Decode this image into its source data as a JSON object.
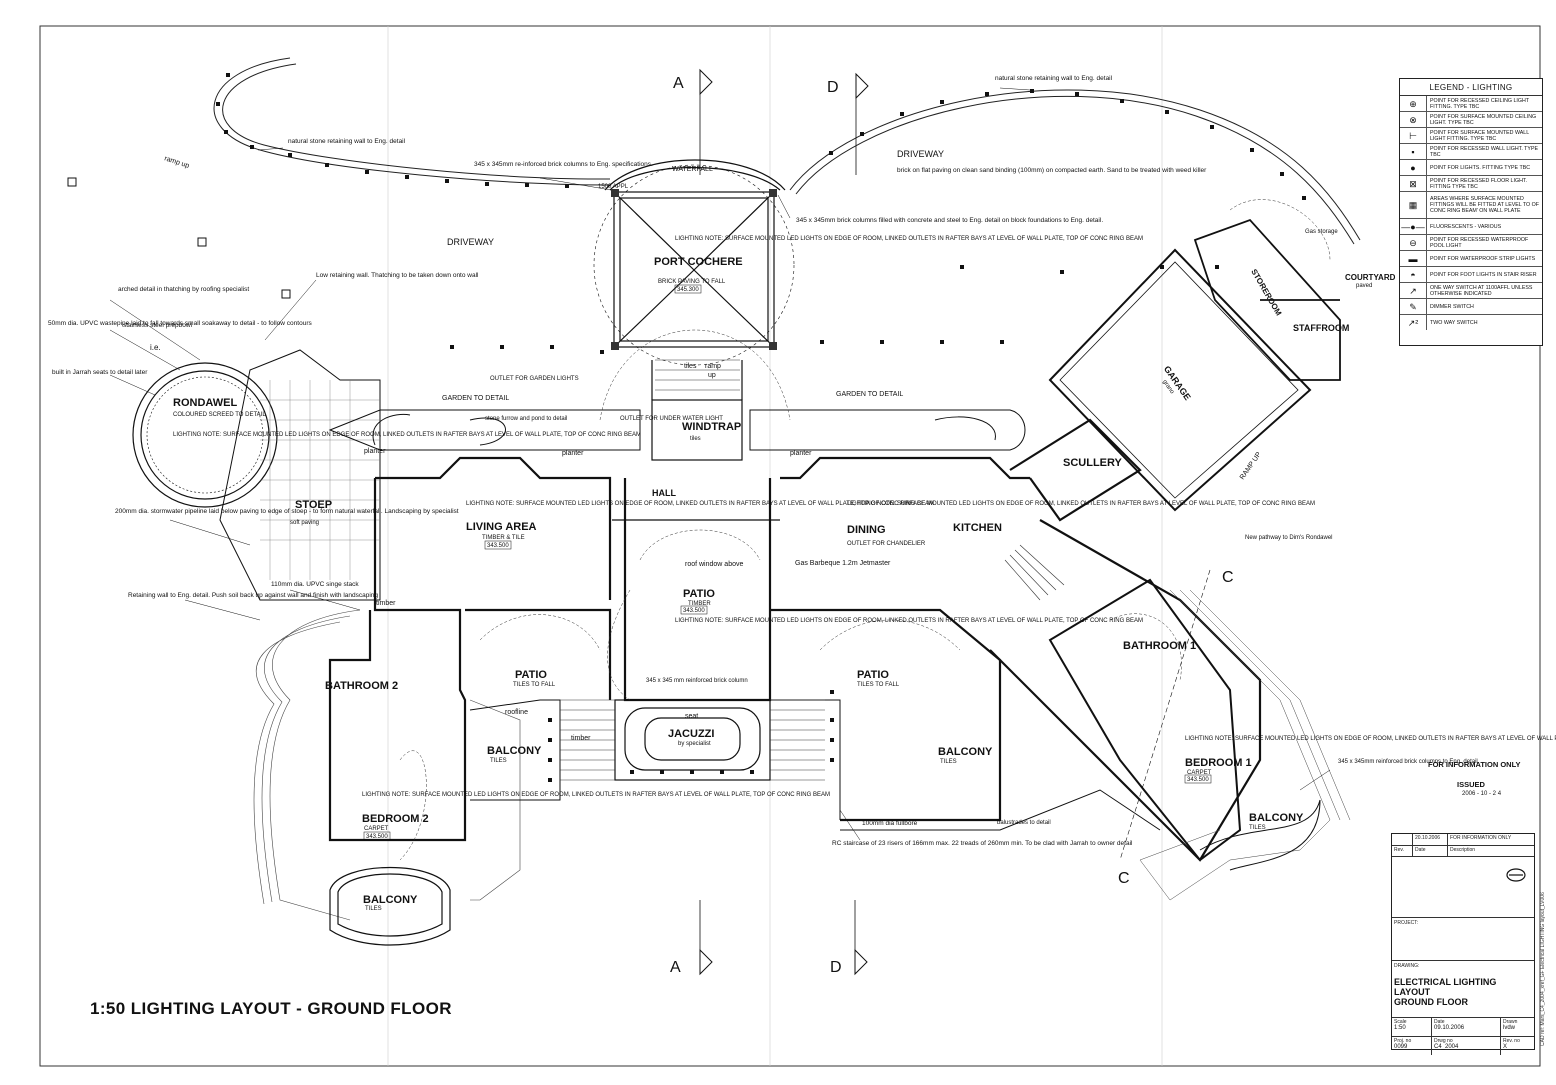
{
  "title": "1:50   LIGHTING LAYOUT - GROUND FLOOR",
  "section_markers": [
    "A",
    "D",
    "C"
  ],
  "rooms": {
    "rondawel": {
      "name": "RONDAWEL",
      "sub": "COLOURED SCREED TO DETAIL"
    },
    "stoep": {
      "name": "STOEP",
      "sub": "soft paving"
    },
    "port_cochere": {
      "name": "PORT COCHERE",
      "sub": "BRICK PAVING TO FALL",
      "level": "345.300"
    },
    "windtrap": {
      "name": "WINDTRAP",
      "sub": "tiles"
    },
    "hall": {
      "name": "HALL"
    },
    "living": {
      "name": "LIVING AREA",
      "sub": "TIMBER & TILE",
      "level": "343.500"
    },
    "patio_center": {
      "name": "PATIO",
      "sub": "TIMBER",
      "level": "343.500"
    },
    "dining": {
      "name": "DINING"
    },
    "kitchen": {
      "name": "KITCHEN"
    },
    "scullery": {
      "name": "SCULLERY"
    },
    "garage": {
      "name": "GARAGE",
      "sub": "grano"
    },
    "storeroom": {
      "name": "STOREROOM"
    },
    "staffroom": {
      "name": "STAFFROOM"
    },
    "courtyard": {
      "name": "COURTYARD",
      "sub": "paved"
    },
    "bathroom1": {
      "name": "BATHROOM 1"
    },
    "bedroom1": {
      "name": "BEDROOM 1",
      "sub": "CARPET",
      "level": "343.500"
    },
    "bathroom2": {
      "name": "BATHROOM 2"
    },
    "bedroom2": {
      "name": "BEDROOM 2",
      "sub": "CARPET",
      "level": "343.500"
    },
    "patio_left": {
      "name": "PATIO",
      "sub": "TILES TO FALL"
    },
    "patio_right": {
      "name": "PATIO",
      "sub": "TILES TO FALL"
    },
    "balcony_left": {
      "name": "BALCONY",
      "sub": "TILES"
    },
    "balcony_right": {
      "name": "BALCONY",
      "sub": "TILES"
    },
    "balcony_bed1": {
      "name": "BALCONY",
      "sub": "TILES"
    },
    "balcony_bed2": {
      "name": "BALCONY",
      "sub": "TILES"
    },
    "jacuzzi": {
      "name": "JACUZZI",
      "sub": "by specialist"
    }
  },
  "labels": {
    "driveway_left": "DRIVEWAY",
    "driveway_right": "DRIVEWAY",
    "waterfall": "WATERFALL",
    "garden": "GARDEN TO DETAIL",
    "garden_left": "GARDEN TO DETAIL",
    "planter": "planter",
    "ramp_up": "ramp up",
    "ramp_up2": "RAMP UP",
    "timber": "timber",
    "roofline": "roofline",
    "seat": "seat",
    "tiles": "tiles",
    "ramp": "ramp",
    "up": "up",
    "roof_window": "roof window above",
    "gas_bbq": "Gas Barbeque 1.2m Jetmaster",
    "gas_storage": "Gas storage",
    "appl": "1500 APPL",
    "outlet_garden": "OUTLET FOR GARDEN LIGHTS",
    "outlet_water": "OUTLET FOR UNDER WATER LIGHT",
    "outlet_chandelier": "OUTLET FOR CHANDELIER",
    "stone_furrow": "stone furrow and pond to detail",
    "balustrades": "balustrades to detail"
  },
  "notes": {
    "lighting_note": "LIGHTING NOTE: SURFACE MOUNTED LED LIGHTS ON EDGE OF ROOM, LINKED OUTLETS IN RAFTER BAYS AT LEVEL OF WALL PLATE, TOP OF CONC RING BEAM",
    "retaining_nat": "natural stone retaining wall to Eng. detail",
    "retaining_nat2": "natural stone retaining wall to Eng. detail",
    "brick_columns": "345 x 345mm re-inforced brick columns to Eng. specifications.",
    "brick_columns2": "345 x 345mm brick columns filled with concrete and steel to Eng. detail on block foundations to Eng. detail.",
    "driveway_paving": "brick on flat paving on clean sand binding (100mm) on compacted earth. Sand to be treated with weed killer",
    "low_wall": "Low retaining wall. Thatching to be taken down onto wall",
    "arched": "arched detail in thatching by roofing specialist",
    "wastepipe": "50mm dia. UPVC wastepipe laid to fall towards small soakaway to detail - to follow contours",
    "steel": "stainless steel prepbowl",
    "ie": "i.e.",
    "jarrah": "built in Jarrah seats to detail later",
    "stormwater": "200mm dia. stormwater pipeline laid below paving to edge of stoep - to form natural waterfall. Landscaping by specialist",
    "retaining_eng": "Retaining wall to Eng. detail. Push soil back up against wall and finish with landscaping",
    "upvc_stack": "110mm dia. UPVC singe stack",
    "rc_stair": "RC staircase of 23 risers of 166mm max. 22 treads of 260mm min. To be clad with Jarrah to owner detail",
    "fullbore": "100mm dia fullbore",
    "columns_bal": "345 x 345mm reinforced brick columns to Eng. detail",
    "new_pathway": "New pathway to Dim's Rondawel",
    "jacuzzi_cols": "345 x 345 mm reinforced brick column"
  },
  "legend": {
    "title": "LEGEND - LIGHTING",
    "items": [
      {
        "icon": "recessed-ceiling-icon",
        "text": "POINT FOR RECESSED CEILING LIGHT FITTING. TYPE TBC"
      },
      {
        "icon": "surface-ceiling-icon",
        "text": "POINT FOR SURFACE MOUNTED CEILING LIGHT. TYPE TBC"
      },
      {
        "icon": "surface-wall-icon",
        "text": "POINT FOR SURFACE MOUNTED WALL LIGHT FITTING. TYPE TBC"
      },
      {
        "icon": "recessed-wall-icon",
        "text": "POINT FOR RECESSED WALL LIGHT. TYPE TBC"
      },
      {
        "icon": "lights-fitting-icon",
        "text": "POINT FOR LIGHTS. FITTING TYPE TBC"
      },
      {
        "icon": "recessed-floor-icon",
        "text": "POINT FOR RECESSED FLOOR LIGHT. FITTING TYPE TBC"
      },
      {
        "icon": "hatched-area-icon",
        "text": "AREAS WHERE SURFACE MOUNTED FITTINGS WILL BE FITTED AT LEVEL TO OF CONC RING BEAM' ON WALL PLATE"
      },
      {
        "icon": "fluorescent-icon",
        "text": "FLUORESCENTS - VARIOUS"
      },
      {
        "icon": "pool-light-icon",
        "text": "POINT FOR RECESSED WATERPROOF POOL LIGHT"
      },
      {
        "icon": "waterproof-strip-icon",
        "text": "POINT FOR WATERPROOF STRIP LIGHTS"
      },
      {
        "icon": "stair-riser-icon",
        "text": "POINT FOR FOOT LIGHTS IN STAIR RISER"
      },
      {
        "icon": "one-way-switch-icon",
        "text": "ONE WAY SWITCH AT 1100AFFL UNLESS OTHERWISE INDICATED"
      },
      {
        "icon": "dimmer-switch-icon",
        "text": "DIMMER SWITCH"
      },
      {
        "icon": "two-way-switch-icon",
        "text": "TWO WAY SWITCH"
      }
    ]
  },
  "info": "FOR INFORMATION ONLY",
  "issued": "ISSUED",
  "issued_date": "2006 - 10 - 2 4",
  "titleblock": {
    "rev_date": "20.10.2006",
    "rev_desc": "FOR INFORMATION ONLY",
    "rev_head": "Rev.",
    "date_head": "Date",
    "desc_head": "Description",
    "project_label": "PROJECT:",
    "drawing_label": "DRAWING:",
    "drawing_title_1": "ELECTRICAL LIGHTING",
    "drawing_title_2": "LAYOUT",
    "drawing_title_3": "GROUND FLOOR",
    "scale_label": "Scale",
    "scale": "1:50",
    "date_label": "Date",
    "date": "09.10.2006",
    "drawn_label": "Drawn",
    "drawn": "lvdw",
    "proj_no_label": "Proj. no",
    "proj_no": "0099",
    "drwg_no_label": "Drwg no",
    "drwg_no": "C4_2004",
    "rev_no_label": "Rev. no",
    "rev_no": "X"
  },
  "cad_path": "CAD ref: Mars_C4_2004_xref_GF Electrical LIGHTING layout_LV006"
}
